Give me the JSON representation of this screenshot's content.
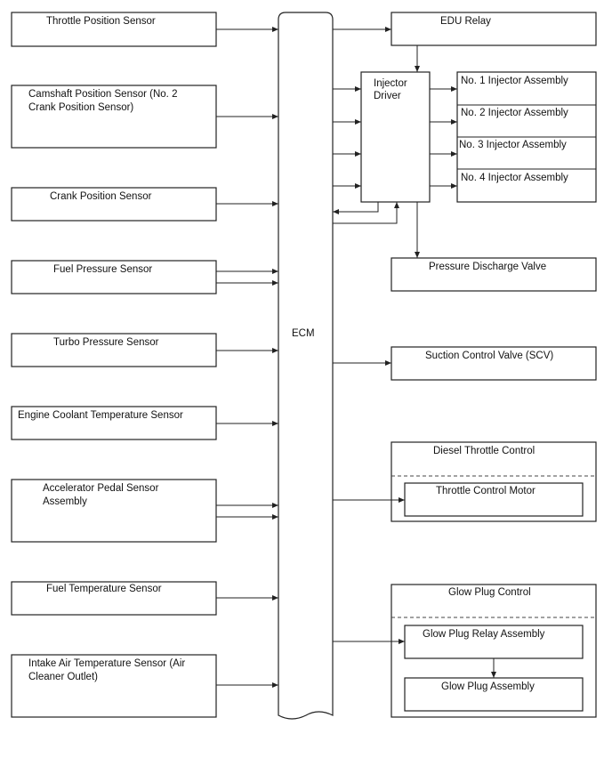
{
  "inputs": {
    "throttle_position_sensor": "Throttle Position Sensor",
    "camshaft_line1": "Camshaft Position Sensor (No. 2",
    "camshaft_line2": "Crank Position Sensor)",
    "crank_position_sensor": "Crank Position Sensor",
    "fuel_pressure_sensor": "Fuel Pressure Sensor",
    "turbo_pressure_sensor": "Turbo Pressure Sensor",
    "engine_coolant_temperature_sensor": "Engine Coolant Temperature Sensor",
    "accelerator_line1": "Accelerator Pedal Sensor",
    "accelerator_line2": "Assembly",
    "fuel_temperature_sensor": "Fuel Temperature Sensor",
    "intake_line1": "Intake Air Temperature Sensor (Air",
    "intake_line2": "Cleaner Outlet)"
  },
  "ecm": {
    "label": "ECM"
  },
  "injector_driver": {
    "line1": "Injector",
    "line2": "Driver"
  },
  "outputs": {
    "edu_relay": "EDU Relay",
    "injector_1": "No. 1 Injector Assembly",
    "injector_2": "No. 2 Injector Assembly",
    "injector_3": "No. 3 Injector Assembly",
    "injector_4": "No. 4 Injector Assembly",
    "pressure_discharge_valve": "Pressure Discharge Valve",
    "suction_control_valve": "Suction Control Valve (SCV)",
    "diesel_throttle_control": "Diesel Throttle Control",
    "throttle_control_motor": "Throttle Control Motor",
    "glow_plug_control": "Glow Plug Control",
    "glow_plug_relay_assembly": "Glow Plug Relay Assembly",
    "glow_plug_assembly": "Glow Plug Assembly"
  }
}
